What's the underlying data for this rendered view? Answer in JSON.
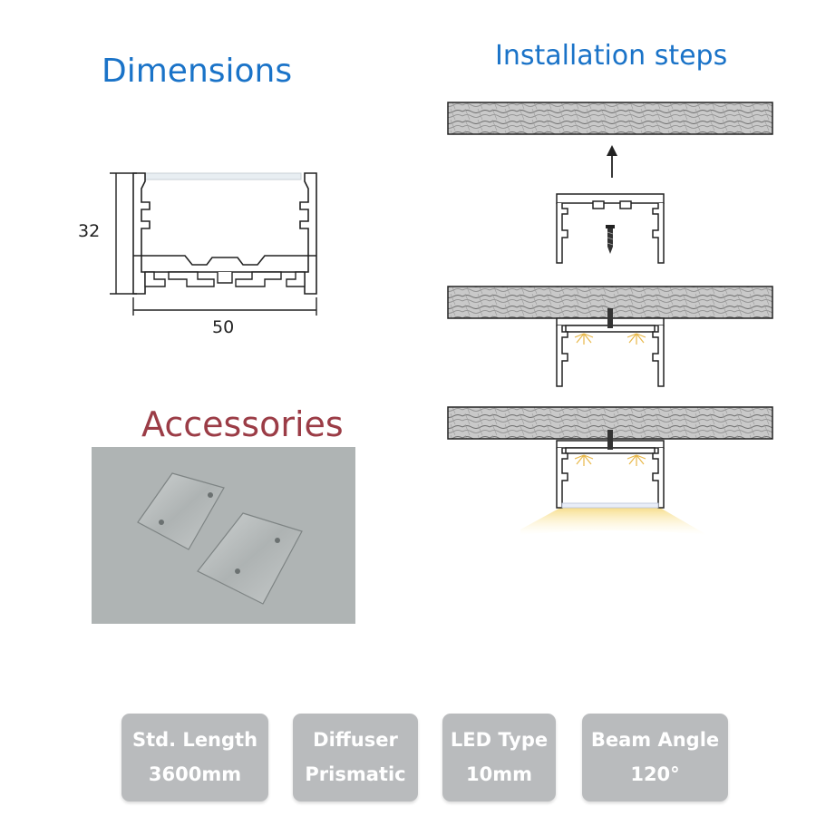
{
  "dimensions": {
    "title": "Dimensions",
    "height_label": "32",
    "width_label": "50"
  },
  "installation": {
    "title": "Installation steps"
  },
  "accessories": {
    "title": "Accessories"
  },
  "specs": [
    {
      "label": "Std. Length",
      "value": "3600mm"
    },
    {
      "label": "Diffuser",
      "value": "Prismatic"
    },
    {
      "label": "LED Type",
      "value": "10mm"
    },
    {
      "label": "Beam Angle",
      "value": "120°"
    }
  ],
  "colors": {
    "title_blue": "#1a73c8",
    "accessories_red": "#9b3c46",
    "badge_gray": "#b9bbbd"
  }
}
